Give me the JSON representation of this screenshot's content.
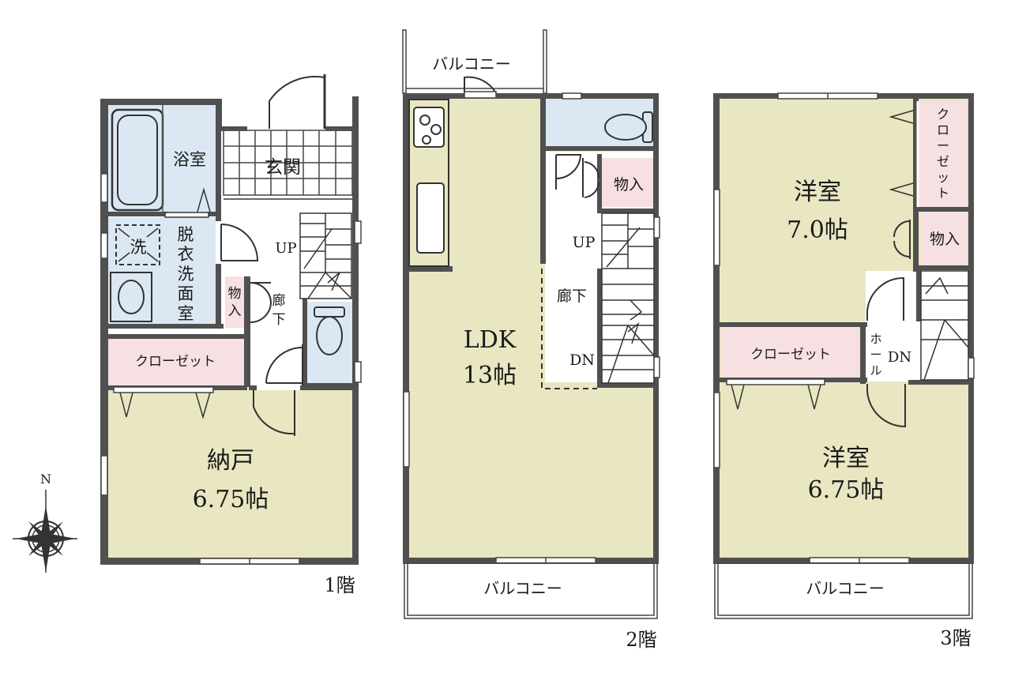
{
  "colors": {
    "wall": "#505050",
    "room": "#e9e6c2",
    "wet": "#dbe8f3",
    "closet": "#f6e0e2",
    "floor": "#ffffff"
  },
  "floors": [
    {
      "label": "1階",
      "rooms": {
        "bath": "浴室",
        "entrance": "玄関",
        "washroom_lines": [
          "脱",
          "衣",
          "洗",
          "面",
          "室"
        ],
        "washer": "洗",
        "storage_lines": [
          "物",
          "入"
        ],
        "hall_lines": [
          "廊",
          "下"
        ],
        "up": "UP",
        "closet": "クローゼット",
        "main_name": "納戸",
        "main_size": "6.75帖"
      }
    },
    {
      "label": "2階",
      "rooms": {
        "balcony_top": "バルコニー",
        "balcony_bottom": "バルコニー",
        "storage": "物入",
        "up": "UP",
        "hall": "廊下",
        "dn": "DN",
        "main_name": "LDK",
        "main_size": "13帖"
      }
    },
    {
      "label": "3階",
      "rooms": {
        "room_a_name": "洋室",
        "room_a_size": "7.0帖",
        "closet_vertical": [
          "ク",
          "ロ",
          "ー",
          "ゼ",
          "ッ",
          "ト"
        ],
        "storage": "物入",
        "closet": "クローゼット",
        "hall_lines": [
          "ホ",
          "ー",
          "ル"
        ],
        "dn": "DN",
        "room_b_name": "洋室",
        "room_b_size": "6.75帖",
        "balcony": "バルコニー"
      }
    }
  ],
  "compass": {
    "north": "N"
  }
}
